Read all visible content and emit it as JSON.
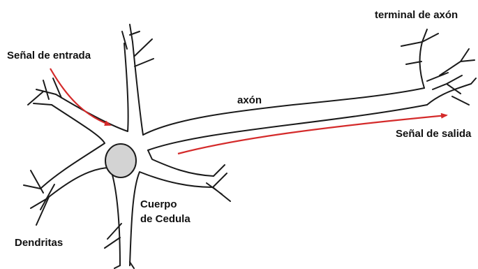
{
  "labels": {
    "axon_terminal": "terminal de axón",
    "input_signal": "Señal de entrada",
    "axon": "axón",
    "output_signal": "Señal de salida",
    "cell_body_line1": "Cuerpo",
    "cell_body_line2": "de Cedula",
    "dendrites": "Dendritas"
  },
  "colors": {
    "outline": "#1a1a1a",
    "nucleus_fill": "#d3d3d3",
    "signal_arrow": "#d42a2a",
    "background": "#ffffff"
  }
}
